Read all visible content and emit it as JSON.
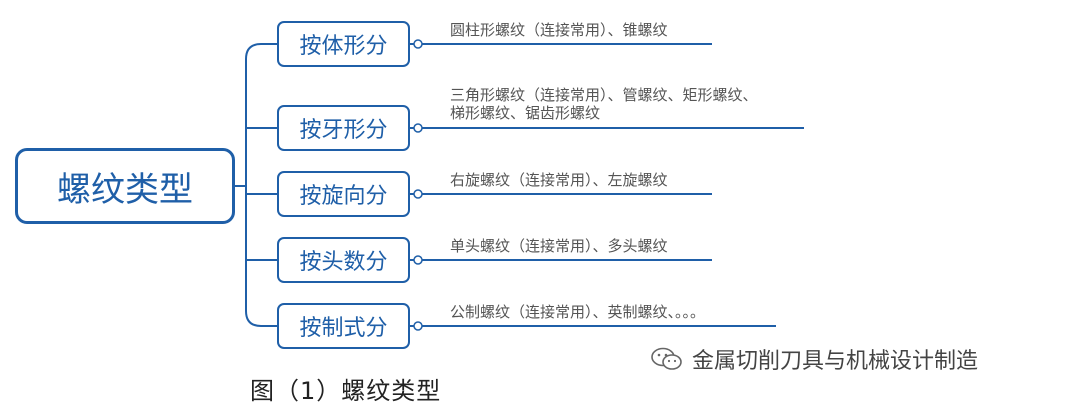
{
  "root": {
    "label": "螺纹类型"
  },
  "branches": [
    {
      "label": "按体形分",
      "lines": [
        "圆柱形螺纹（连接常用）、锥螺纹"
      ]
    },
    {
      "label": "按牙形分",
      "lines": [
        "三角形螺纹（连接常用）、管螺纹、矩形螺纹、",
        "梯形螺纹、锯齿形螺纹"
      ]
    },
    {
      "label": "按旋向分",
      "lines": [
        "右旋螺纹（连接常用）、左旋螺纹"
      ]
    },
    {
      "label": "按头数分",
      "lines": [
        "单头螺纹（连接常用）、多头螺纹"
      ]
    },
    {
      "label": "按制式分",
      "lines": [
        "公制螺纹（连接常用）、英制螺纹、。。。"
      ]
    }
  ],
  "caption": "图（1）螺纹类型",
  "watermark": {
    "text": "金属切削刀具与机械设计制造",
    "icon": "wechat-icon"
  },
  "colors": {
    "accent": "#1f5fa8",
    "leaf_text": "#555555"
  }
}
